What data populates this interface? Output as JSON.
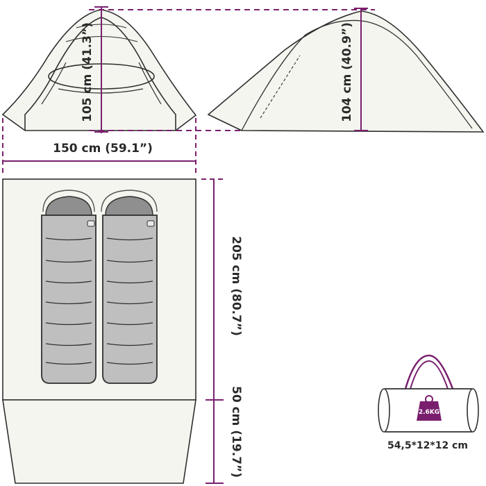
{
  "colors": {
    "accent": "#7a1f6e",
    "outline": "#2f2f2f",
    "fill": "#f3f5ee",
    "bag_fill": "#bfbfbf",
    "bag_head": "#8f8f8f"
  },
  "dimensions": {
    "front_height": "105 cm (41.3”)",
    "side_height": "104 cm (40.9”)",
    "width": "150 cm (59.1”)",
    "floor_length": "205 cm (80.7”)",
    "vestibule_length": "50 cm (19.7”)"
  },
  "bag": {
    "weight": "2.6KG",
    "size": "54,5*12*12 cm"
  }
}
